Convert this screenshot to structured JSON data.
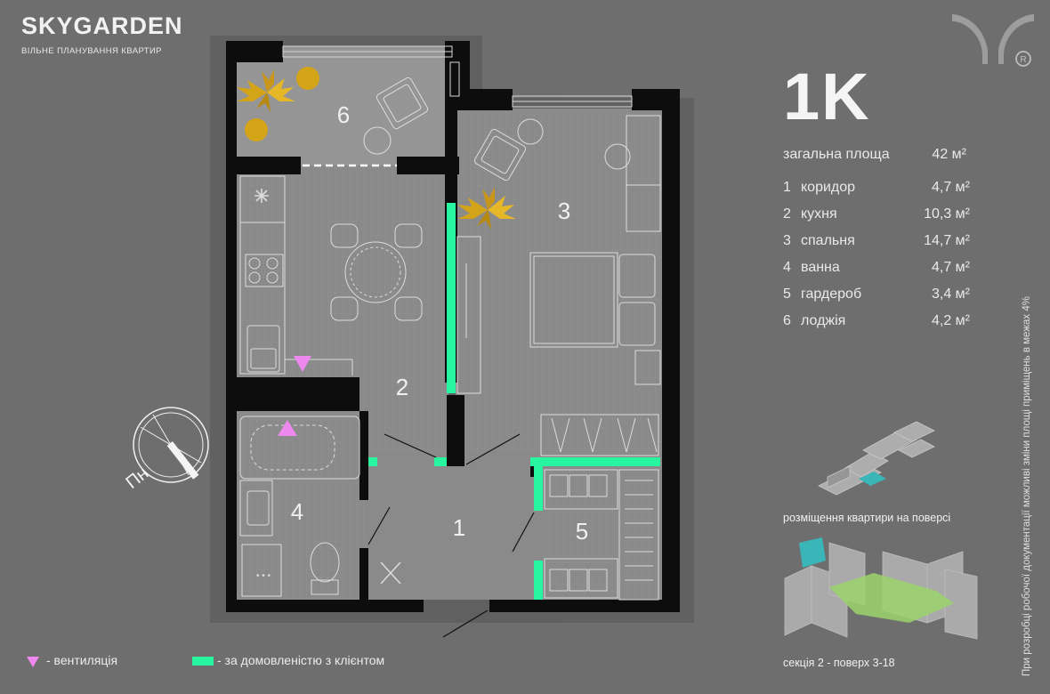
{
  "brand": {
    "name": "SKYGARDEN",
    "subtitle": "ВІЛЬНЕ ПЛАНУВАННЯ КВАРТИР"
  },
  "apartment": {
    "type": "1K"
  },
  "summary": {
    "label": "загальна площа",
    "value": "42 м²"
  },
  "rooms": [
    {
      "num": "1",
      "name": "коридор",
      "area": "4,7 м²"
    },
    {
      "num": "2",
      "name": "кухня",
      "area": "10,3 м²"
    },
    {
      "num": "3",
      "name": "спальня",
      "area": "14,7 м²"
    },
    {
      "num": "4",
      "name": "ванна",
      "area": "4,7 м²"
    },
    {
      "num": "5",
      "name": "гардероб",
      "area": "3,4 м²"
    },
    {
      "num": "6",
      "name": "лоджія",
      "area": "4,2 м²"
    }
  ],
  "compass": {
    "label": "Пн"
  },
  "legend": {
    "ventilation": "- вентиляція",
    "by_agreement": "- за домовленістю з клієнтом"
  },
  "captions": {
    "floor_location": "розміщення квартири на поверсі",
    "section": "секція 2 - поверх 3-18"
  },
  "disclaimer": "При розробці робочої документації можливі зміни площі приміщень в межах 4%",
  "colors": {
    "background": "#6e6e6e",
    "floor": "#8c8c8c",
    "wall": "#0d0d0d",
    "accent_green": "#27f5a0",
    "ventilation_pink": "#ee88ee",
    "plant_gold": "#d4a418",
    "highlight_teal": "#3ab5b8",
    "highlight_green": "#9bd36b"
  },
  "icons": {
    "logo": "skygarden-logo-icon",
    "registered": "registered-icon",
    "compass": "compass-icon",
    "ventilation": "triangle-down-icon",
    "agreement": "green-bar-icon"
  }
}
